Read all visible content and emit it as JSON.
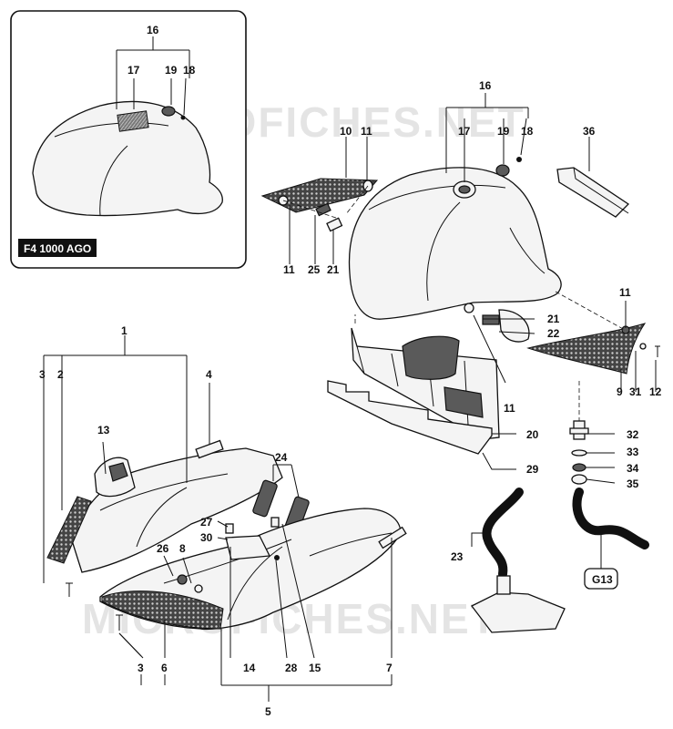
{
  "inset": {
    "label": "F4 1000 AGO"
  },
  "watermarks": [
    "MICROFICHES.NET",
    "MICROFICHES.NET"
  ],
  "callouts": {
    "c16a": "16",
    "c17a": "17",
    "c19a": "19",
    "c18a": "18",
    "c16b": "16",
    "c17b": "17",
    "c19b": "19",
    "c18b": "18",
    "c10": "10",
    "c11a": "11",
    "c36": "36",
    "c11b": "11",
    "c25": "25",
    "c21a": "21",
    "c11c": "11",
    "c21b": "21",
    "c22": "22",
    "c9": "9",
    "c31": "31",
    "c12": "12",
    "c11d": "11",
    "c1": "1",
    "c3a": "3",
    "c2": "2",
    "c4": "4",
    "c13": "13",
    "c20": "20",
    "c29": "29",
    "c32": "32",
    "c33": "33",
    "c34": "34",
    "c35": "35",
    "c24": "24",
    "c27": "27",
    "c30": "30",
    "c26": "26",
    "c8": "8",
    "c23": "23",
    "c3b": "3",
    "c6": "6",
    "c14": "14",
    "c28": "28",
    "c15": "15",
    "c7": "7",
    "c5": "5"
  },
  "group_tag": "G13"
}
